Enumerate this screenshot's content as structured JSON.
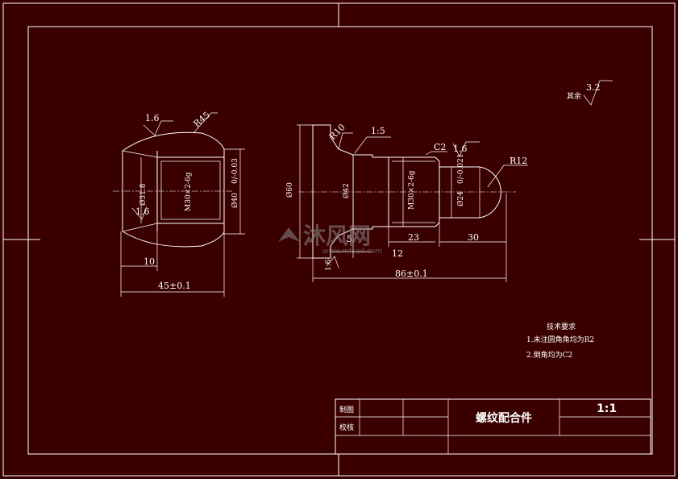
{
  "title_block": {
    "drawn_label": "制图",
    "checked_label": "校核",
    "part_name": "螺纹配合件",
    "scale": "1:1"
  },
  "roughness_other": {
    "label": "其余",
    "value": "3.2"
  },
  "tech_requirements": {
    "heading": "技术要求",
    "items": [
      "1.未注圆角角均为R2",
      "2.倒角均为C2"
    ]
  },
  "left_part": {
    "roughness_top": "1.6",
    "roughness_left": "1.6",
    "radius": "R45",
    "bore_dia": "Ø31.8",
    "thread": "M30×2-6g",
    "outer_dia": "Ø40",
    "outer_tol": "0/-0.03",
    "length_10": "10",
    "total_length": "45±0.1"
  },
  "right_part": {
    "dia_60": "Ø60",
    "radius_r10": "R10",
    "taper": "1:5",
    "dia_42": "Ø42",
    "chamfer": "C2",
    "roughness_thread": "1.6",
    "thread": "M30×2-6g",
    "dia_24": "Ø24",
    "dia_24_tol": "0/-0.021",
    "radius_r12": "R12",
    "roughness_left": "1.6",
    "len_5": "5",
    "len_12": "12",
    "len_23": "23",
    "len_30": "30",
    "total_length": "86±0.1"
  },
  "watermark": {
    "brand": "沐风网",
    "url": "www.mfcad.com"
  }
}
